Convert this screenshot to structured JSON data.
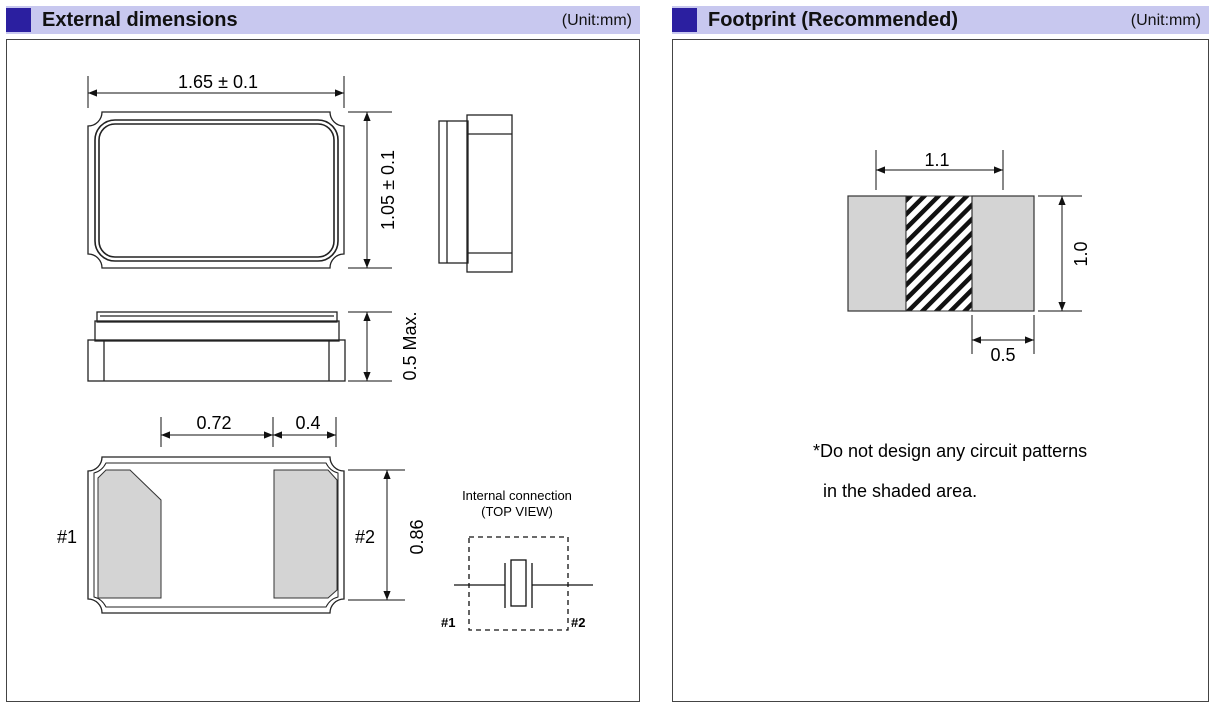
{
  "left_panel": {
    "title": "External dimensions",
    "unit": "(Unit:mm)",
    "dims": {
      "length": "1.65 ± 0.1",
      "width": "1.05 ± 0.1",
      "height": "0.5 Max.",
      "pad_spacing": "0.72",
      "pad_width": "0.4",
      "pad_height": "0.86"
    },
    "pins": {
      "pin1": "#1",
      "pin2": "#2"
    },
    "internal": {
      "title": "Internal connection",
      "subtitle": "(TOP VIEW)",
      "pin1": "#1",
      "pin2": "#2"
    }
  },
  "right_panel": {
    "title": "Footprint (Recommended)",
    "unit": "(Unit:mm)",
    "dims": {
      "spacing": "1.1",
      "height": "1.0",
      "pad_width": "0.5"
    },
    "note_line1": "*Do not design any circuit patterns",
    "note_line2": "in the shaded area."
  },
  "colors": {
    "header_bg": "#c8c8ef",
    "header_square": "#2b1fa0",
    "pad_gray": "#d4d4d4"
  }
}
